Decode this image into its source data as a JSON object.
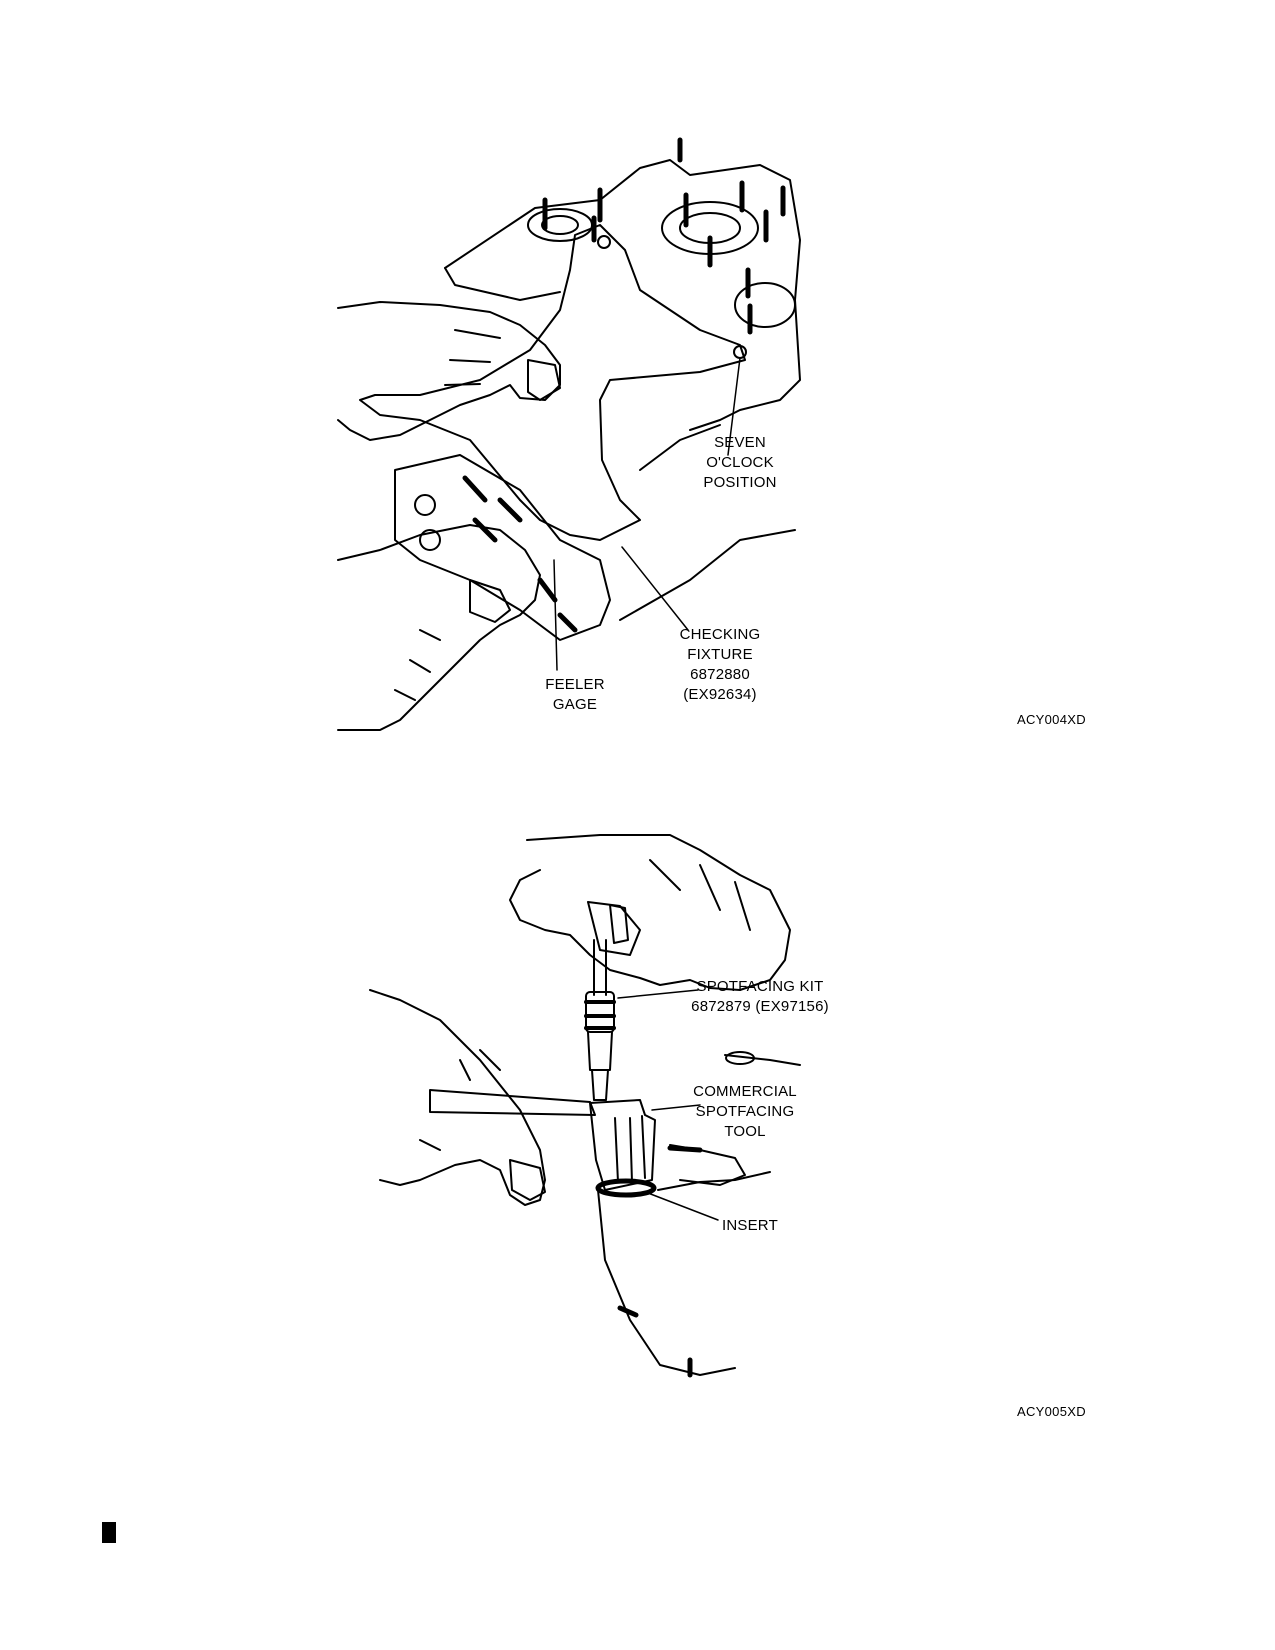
{
  "figure1": {
    "labels": {
      "seven_oclock": "SEVEN\nO'CLOCK\nPOSITION",
      "checking_fixture": "CHECKING\nFIXTURE\n6872880\n(EX92634)",
      "feeler_gage": "FEELER\nGAGE"
    },
    "code": "ACY004XD"
  },
  "figure2": {
    "labels": {
      "spotfacing_kit": "SPOTFACING KIT\n6872879 (EX97156)",
      "commercial_tool": "COMMERCIAL\nSPOTFACING\nTOOL",
      "insert": "INSERT"
    },
    "code": "ACY005XD"
  }
}
